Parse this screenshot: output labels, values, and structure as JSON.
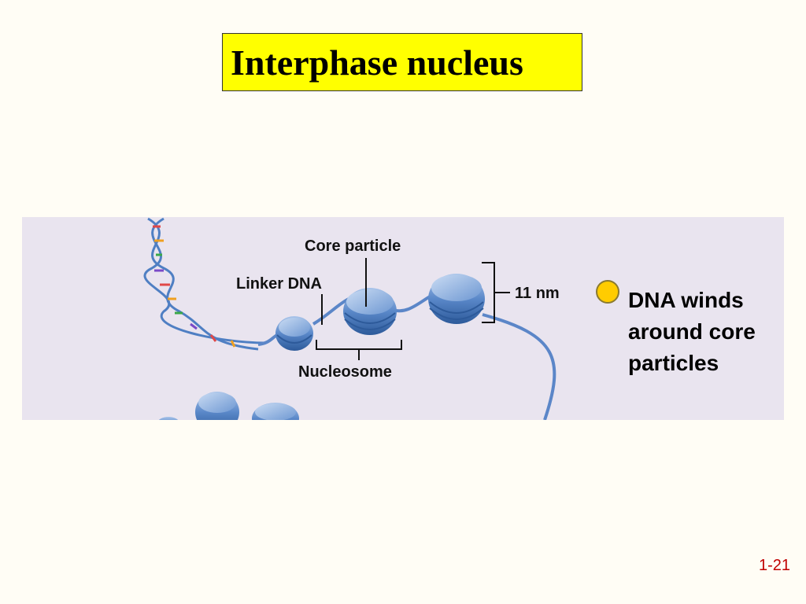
{
  "title": "Interphase nucleus",
  "diagram": {
    "labels": {
      "core_particle": "Core particle",
      "linker_dna": "Linker DNA",
      "nucleosome": "Nucleosome",
      "size": "11 nm"
    },
    "colors": {
      "background": "#e9e4ef",
      "nucleosome_fill": "#4f7fc3",
      "dna_strand": "#5b86c8"
    }
  },
  "bullet": {
    "text": "DNA winds around core particles",
    "color": "#ffcc00"
  },
  "slide_number": "1-21"
}
